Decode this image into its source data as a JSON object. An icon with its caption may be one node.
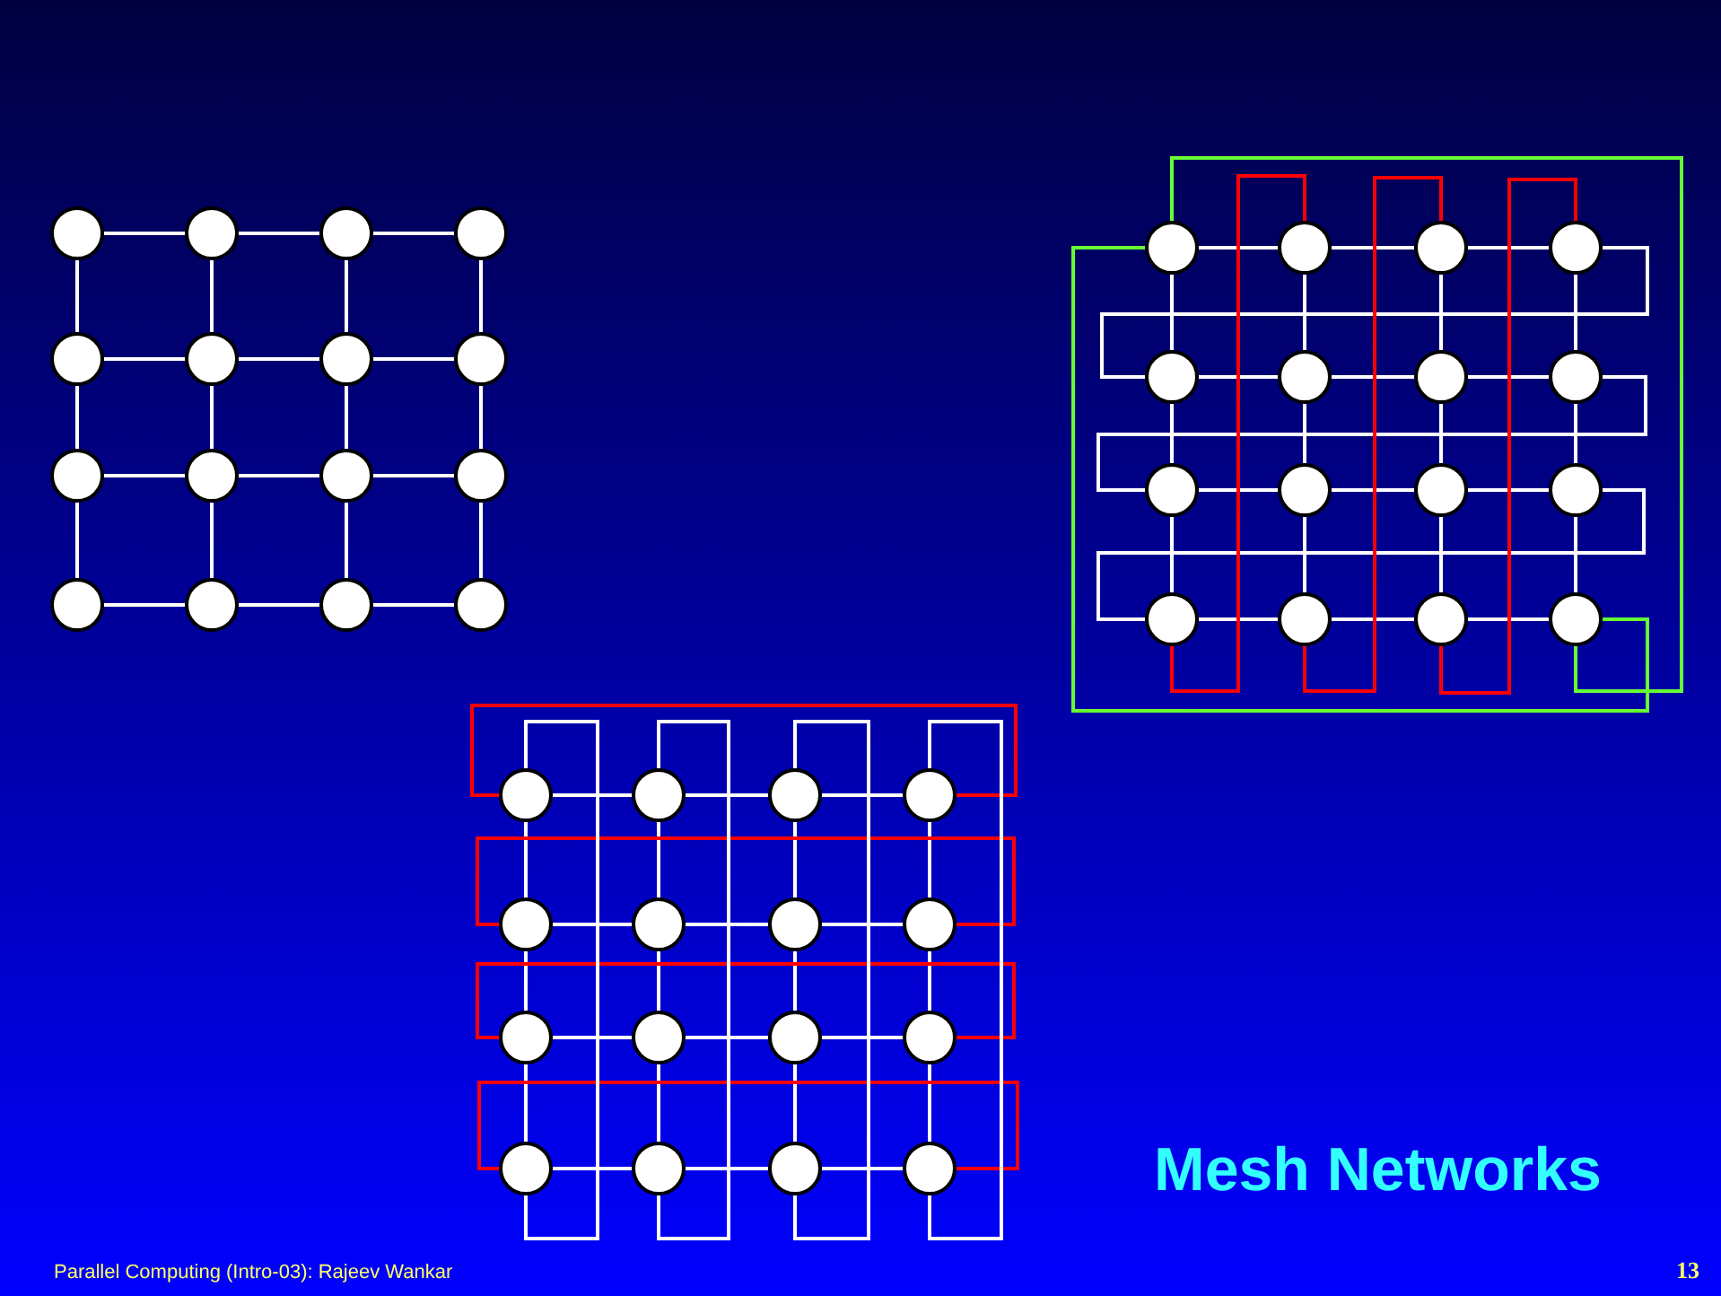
{
  "diagram": {
    "title": "Mesh Networks",
    "nodes": [
      {
        "text": [],
        "shape": "circle"
      },
      {
        "text": [],
        "shape": "circle"
      },
      {
        "text": [],
        "shape": "circle"
      },
      {
        "text": [],
        "shape": "circle"
      },
      {
        "text": [],
        "shape": "circle"
      },
      {
        "text": [],
        "shape": "circle"
      },
      {
        "text": [],
        "shape": "circle"
      },
      {
        "text": [],
        "shape": "circle"
      },
      {
        "text": [],
        "shape": "circle"
      },
      {
        "text": [],
        "shape": "circle"
      },
      {
        "text": [],
        "shape": "circle"
      },
      {
        "text": [],
        "shape": "circle"
      },
      {
        "text": [],
        "shape": "circle"
      },
      {
        "text": [],
        "shape": "circle"
      },
      {
        "text": [],
        "shape": "circle"
      },
      {
        "text": [],
        "shape": "circle"
      },
      {
        "text": [],
        "shape": "circle"
      },
      {
        "text": [],
        "shape": "circle"
      },
      {
        "text": [],
        "shape": "circle"
      },
      {
        "text": [],
        "shape": "circle"
      },
      {
        "text": [],
        "shape": "circle"
      },
      {
        "text": [],
        "shape": "circle"
      },
      {
        "text": [],
        "shape": "circle"
      },
      {
        "text": [],
        "shape": "circle"
      },
      {
        "text": [],
        "shape": "circle"
      },
      {
        "text": [],
        "shape": "circle"
      },
      {
        "text": [],
        "shape": "circle"
      },
      {
        "text": [],
        "shape": "circle"
      },
      {
        "text": [],
        "shape": "circle"
      },
      {
        "text": [],
        "shape": "circle"
      },
      {
        "text": [],
        "shape": "circle"
      },
      {
        "text": [],
        "shape": "circle"
      },
      {
        "text": [],
        "shape": "circle"
      },
      {
        "text": [],
        "shape": "circle"
      },
      {
        "text": [],
        "shape": "circle"
      },
      {
        "text": [],
        "shape": "circle"
      },
      {
        "text": [],
        "shape": "circle"
      },
      {
        "text": [],
        "shape": "circle"
      },
      {
        "text": [],
        "shape": "circle"
      },
      {
        "text": [],
        "shape": "circle"
      },
      {
        "text": [],
        "shape": "circle"
      },
      {
        "text": [],
        "shape": "circle"
      },
      {
        "text": [],
        "shape": "circle"
      },
      {
        "text": [],
        "shape": "circle"
      },
      {
        "text": [],
        "shape": "circle"
      },
      {
        "text": [],
        "shape": "circle"
      },
      {
        "text": [],
        "shape": "circle"
      },
      {
        "text": [],
        "shape": "circle"
      }
    ],
    "edges": [
      {
        "from": 0,
        "to": 1,
        "arrow": "none"
      },
      {
        "from": 1,
        "to": 2,
        "arrow": "none"
      },
      {
        "from": 2,
        "to": 3,
        "arrow": "none"
      },
      {
        "from": 4,
        "to": 5,
        "arrow": "none"
      },
      {
        "from": 5,
        "to": 6,
        "arrow": "none"
      },
      {
        "from": 6,
        "to": 7,
        "arrow": "none"
      },
      {
        "from": 8,
        "to": 9,
        "arrow": "none"
      },
      {
        "from": 9,
        "to": 10,
        "arrow": "none"
      },
      {
        "from": 10,
        "to": 11,
        "arrow": "none"
      },
      {
        "from": 12,
        "to": 13,
        "arrow": "none"
      },
      {
        "from": 13,
        "to": 14,
        "arrow": "none"
      },
      {
        "from": 14,
        "to": 15,
        "arrow": "none"
      },
      {
        "from": 0,
        "to": 4,
        "arrow": "none"
      },
      {
        "from": 4,
        "to": 8,
        "arrow": "none"
      },
      {
        "from": 8,
        "to": 12,
        "arrow": "none"
      },
      {
        "from": 1,
        "to": 5,
        "arrow": "none"
      },
      {
        "from": 5,
        "to": 9,
        "arrow": "none"
      },
      {
        "from": 9,
        "to": 13,
        "arrow": "none"
      },
      {
        "from": 2,
        "to": 6,
        "arrow": "none"
      },
      {
        "from": 6,
        "to": 10,
        "arrow": "none"
      },
      {
        "from": 10,
        "to": 14,
        "arrow": "none"
      },
      {
        "from": 3,
        "to": 7,
        "arrow": "none"
      },
      {
        "from": 7,
        "to": 11,
        "arrow": "none"
      },
      {
        "from": 11,
        "to": 15,
        "arrow": "none"
      },
      {
        "from": 16,
        "to": 17,
        "arrow": "none"
      },
      {
        "from": 17,
        "to": 18,
        "arrow": "none"
      },
      {
        "from": 18,
        "to": 19,
        "arrow": "none"
      },
      {
        "from": 20,
        "to": 21,
        "arrow": "none"
      },
      {
        "from": 21,
        "to": 22,
        "arrow": "none"
      },
      {
        "from": 22,
        "to": 23,
        "arrow": "none"
      },
      {
        "from": 24,
        "to": 25,
        "arrow": "none"
      },
      {
        "from": 25,
        "to": 26,
        "arrow": "none"
      },
      {
        "from": 26,
        "to": 27,
        "arrow": "none"
      },
      {
        "from": 28,
        "to": 29,
        "arrow": "none"
      },
      {
        "from": 29,
        "to": 30,
        "arrow": "none"
      },
      {
        "from": 30,
        "to": 31,
        "arrow": "none"
      },
      {
        "from": 16,
        "to": 20,
        "arrow": "none"
      },
      {
        "from": 20,
        "to": 24,
        "arrow": "none"
      },
      {
        "from": 24,
        "to": 28,
        "arrow": "none"
      },
      {
        "from": 17,
        "to": 21,
        "arrow": "none"
      },
      {
        "from": 21,
        "to": 25,
        "arrow": "none"
      },
      {
        "from": 25,
        "to": 29,
        "arrow": "none"
      },
      {
        "from": 18,
        "to": 22,
        "arrow": "none"
      },
      {
        "from": 22,
        "to": 26,
        "arrow": "none"
      },
      {
        "from": 26,
        "to": 30,
        "arrow": "none"
      },
      {
        "from": 19,
        "to": 23,
        "arrow": "none"
      },
      {
        "from": 23,
        "to": 27,
        "arrow": "none"
      },
      {
        "from": 27,
        "to": 31,
        "arrow": "none"
      },
      {
        "from": 19,
        "to": 20,
        "arrow": "none"
      },
      {
        "from": 23,
        "to": 24,
        "arrow": "none"
      },
      {
        "from": 27,
        "to": 28,
        "arrow": "none"
      },
      {
        "from": 28,
        "to": 17,
        "arrow": "none",
        "color": "#ff0000"
      },
      {
        "from": 29,
        "to": 18,
        "arrow": "none",
        "color": "#ff0000"
      },
      {
        "from": 30,
        "to": 19,
        "arrow": "none",
        "color": "#ff0000"
      },
      {
        "from": 16,
        "to": 31,
        "arrow": "none",
        "color": "#66ff33"
      },
      {
        "from": 16,
        "to": 31,
        "arrow": "none",
        "color": "#66ff33"
      },
      {
        "from": 32,
        "to": 33,
        "arrow": "none"
      },
      {
        "from": 33,
        "to": 34,
        "arrow": "none"
      },
      {
        "from": 34,
        "to": 35,
        "arrow": "none"
      },
      {
        "from": 36,
        "to": 37,
        "arrow": "none"
      },
      {
        "from": 37,
        "to": 38,
        "arrow": "none"
      },
      {
        "from": 38,
        "to": 39,
        "arrow": "none"
      },
      {
        "from": 40,
        "to": 41,
        "arrow": "none"
      },
      {
        "from": 41,
        "to": 42,
        "arrow": "none"
      },
      {
        "from": 42,
        "to": 43,
        "arrow": "none"
      },
      {
        "from": 44,
        "to": 45,
        "arrow": "none"
      },
      {
        "from": 45,
        "to": 46,
        "arrow": "none"
      },
      {
        "from": 46,
        "to": 47,
        "arrow": "none"
      },
      {
        "from": 32,
        "to": 36,
        "arrow": "none"
      },
      {
        "from": 36,
        "to": 40,
        "arrow": "none"
      },
      {
        "from": 40,
        "to": 44,
        "arrow": "none"
      },
      {
        "from": 33,
        "to": 37,
        "arrow": "none"
      },
      {
        "from": 37,
        "to": 41,
        "arrow": "none"
      },
      {
        "from": 41,
        "to": 45,
        "arrow": "none"
      },
      {
        "from": 34,
        "to": 38,
        "arrow": "none"
      },
      {
        "from": 38,
        "to": 42,
        "arrow": "none"
      },
      {
        "from": 42,
        "to": 46,
        "arrow": "none"
      },
      {
        "from": 35,
        "to": 39,
        "arrow": "none"
      },
      {
        "from": 39,
        "to": 43,
        "arrow": "none"
      },
      {
        "from": 43,
        "to": 47,
        "arrow": "none"
      },
      {
        "from": 35,
        "to": 32,
        "arrow": "none",
        "color": "#ff0000"
      },
      {
        "from": 39,
        "to": 36,
        "arrow": "none",
        "color": "#ff0000"
      },
      {
        "from": 43,
        "to": 40,
        "arrow": "none",
        "color": "#ff0000"
      },
      {
        "from": 47,
        "to": 44,
        "arrow": "none",
        "color": "#ff0000"
      },
      {
        "from": 32,
        "to": 44,
        "arrow": "none"
      },
      {
        "from": 33,
        "to": 45,
        "arrow": "none"
      },
      {
        "from": 34,
        "to": 46,
        "arrow": "none"
      },
      {
        "from": 35,
        "to": 47,
        "arrow": "none"
      }
    ],
    "labels": [
      "Parallel Computing (Intro-03): Rajeev Wankar",
      "13"
    ]
  }
}
